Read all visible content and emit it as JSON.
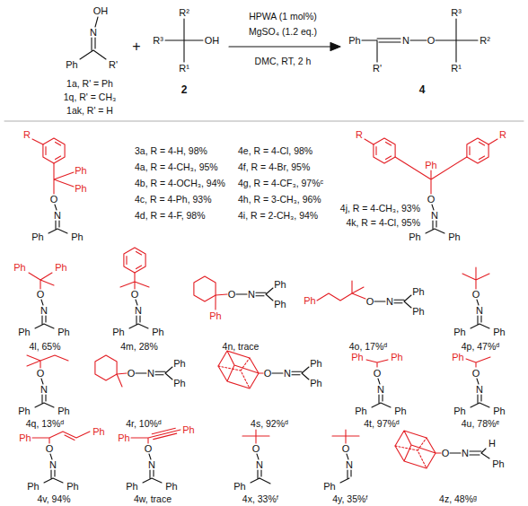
{
  "diagram": {
    "labels": [
      "OH",
      "N",
      "Ph",
      "R'",
      "1a, R' = Ph",
      "1q, R' = CH₃",
      "1ak, R' = H",
      "+",
      "R²",
      "R³",
      "OH",
      "R¹",
      "2",
      "HPWA (1 mol%)",
      "MgSO₄ (1.2 eq.)",
      "DMC, RT, 2 h",
      "R³",
      "R²",
      "N",
      "O",
      "R¹",
      "Ph",
      "R'",
      "4",
      "R",
      "Ph",
      "Ph",
      "O",
      "N",
      "Ph",
      "Ph",
      "3a, R = 4-H, 98%",
      "4a, R = 4-CH₃, 95%",
      "4b, R = 4-OCH₃, 94%",
      "4c, R = 4-Ph, 93%",
      "4d, R = 4-F, 98%",
      "4e, R = 4-Cl, 98%",
      "4f, R = 4-Br, 95%",
      "4g, R = 4-CF₃, 97%ᶜ",
      "4h, R = 3-CH₃, 96%",
      "4i, R = 2-CH₃, 94%",
      "R",
      "Ph",
      "R",
      "O",
      "N",
      "Ph",
      "Ph",
      "4j, R = 4-CH₃, 93%",
      "4k, R = 4-Cl, 95%",
      "Ph",
      "Ph",
      "O",
      "N",
      "Ph",
      "Ph",
      "4l, 65%",
      "O",
      "N",
      "Ph",
      "Ph",
      "4m, 28%",
      "Ph",
      "O",
      "N",
      "Ph",
      "Ph",
      "4n, trace",
      "Ph",
      "O",
      "N",
      "Ph",
      "Ph",
      "4o, 17%ᵈ",
      "O",
      "N",
      "Ph",
      "Ph",
      "4p, 47%ᵈ",
      "O",
      "N",
      "Ph",
      "Ph",
      "4q, 13%ᵈ",
      "O",
      "N",
      "Ph",
      "Ph",
      "4r, 10%ᵈ",
      "O",
      "N",
      "Ph",
      "Ph",
      "4s, 92%ᵈ",
      "Ph",
      "Ph",
      "O",
      "N",
      "Ph",
      "Ph",
      "4t, 97%ᵈ",
      "Ph",
      "O",
      "N",
      "Ph",
      "Ph",
      "4u, 78%ᵉ",
      "Ph",
      "Ph",
      "O",
      "N",
      "Ph",
      "Ph",
      "4v, 94%",
      "Ph",
      "Ph",
      "O",
      "N",
      "Ph",
      "Ph",
      "4w, trace",
      "O",
      "N",
      "Ph",
      "4x, 33%ᶠ",
      "O",
      "N",
      "Ph",
      "4y, 35%ᶠ",
      "O",
      "N",
      "H",
      "Ph",
      "4z, 48%ᵍ"
    ]
  }
}
